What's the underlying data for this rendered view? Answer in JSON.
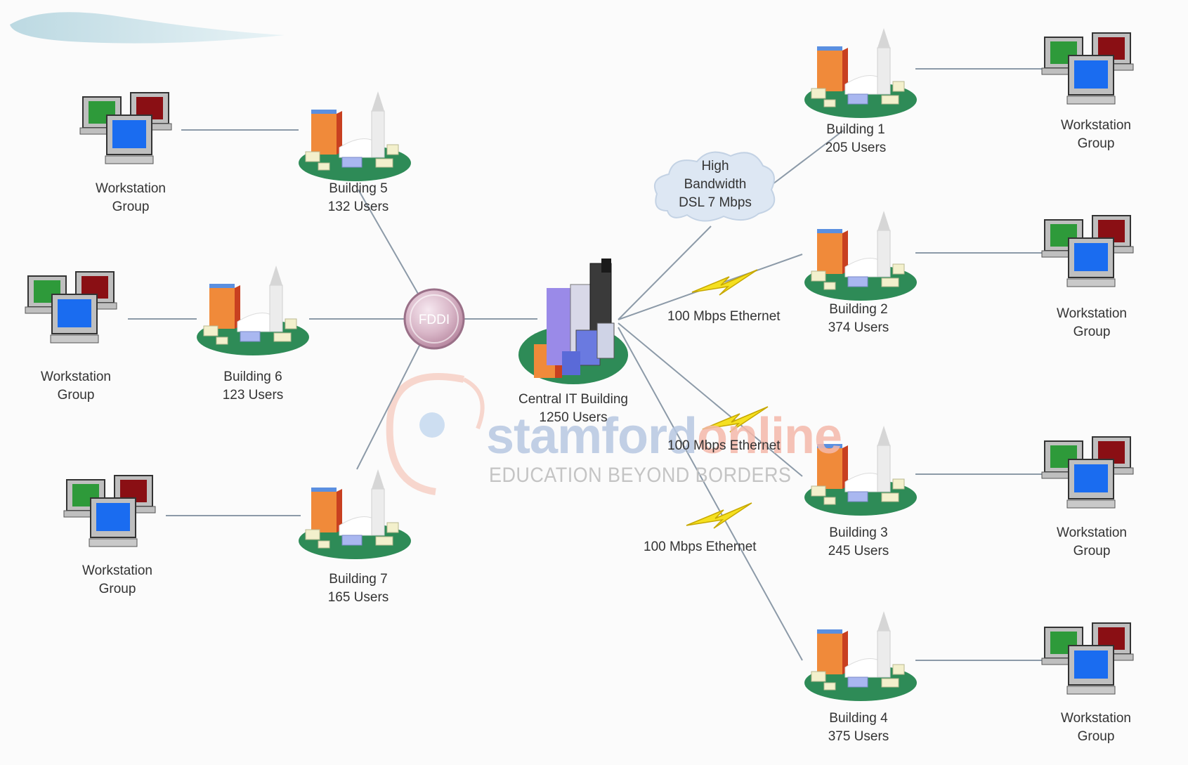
{
  "hub": {
    "label": "FDDI"
  },
  "central": {
    "label": "Central IT Building\n1250 Users"
  },
  "cloud": {
    "label": "High\nBandwidth\nDSL 7 Mbps"
  },
  "buildings": [
    {
      "id": "b1",
      "label": "Building 1\n205 Users"
    },
    {
      "id": "b2",
      "label": "Building 2\n374 Users"
    },
    {
      "id": "b3",
      "label": "Building 3\n245 Users"
    },
    {
      "id": "b4",
      "label": "Building 4\n375 Users"
    },
    {
      "id": "b5",
      "label": "Building 5\n132 Users"
    },
    {
      "id": "b6",
      "label": "Building 6\n123 Users"
    },
    {
      "id": "b7",
      "label": "Building 7\n165 Users"
    }
  ],
  "workstation_label": "Workstation\nGroup",
  "links": [
    {
      "label": "100 Mbps Ethernet"
    },
    {
      "label": "100 Mbps Ethernet"
    },
    {
      "label": "100 Mbps Ethernet"
    }
  ],
  "watermark": {
    "brand_main": "stamford",
    "brand_accent": "online",
    "tagline": "EDUCATION BEYOND BORDERS"
  },
  "colors": {
    "line": "#8c9aa8",
    "ground": "#2e8b57",
    "monitor_blue": "#1a6cf0",
    "monitor_green": "#2e9a3a",
    "monitor_red": "#a01515",
    "bolt": "#f5e020"
  }
}
